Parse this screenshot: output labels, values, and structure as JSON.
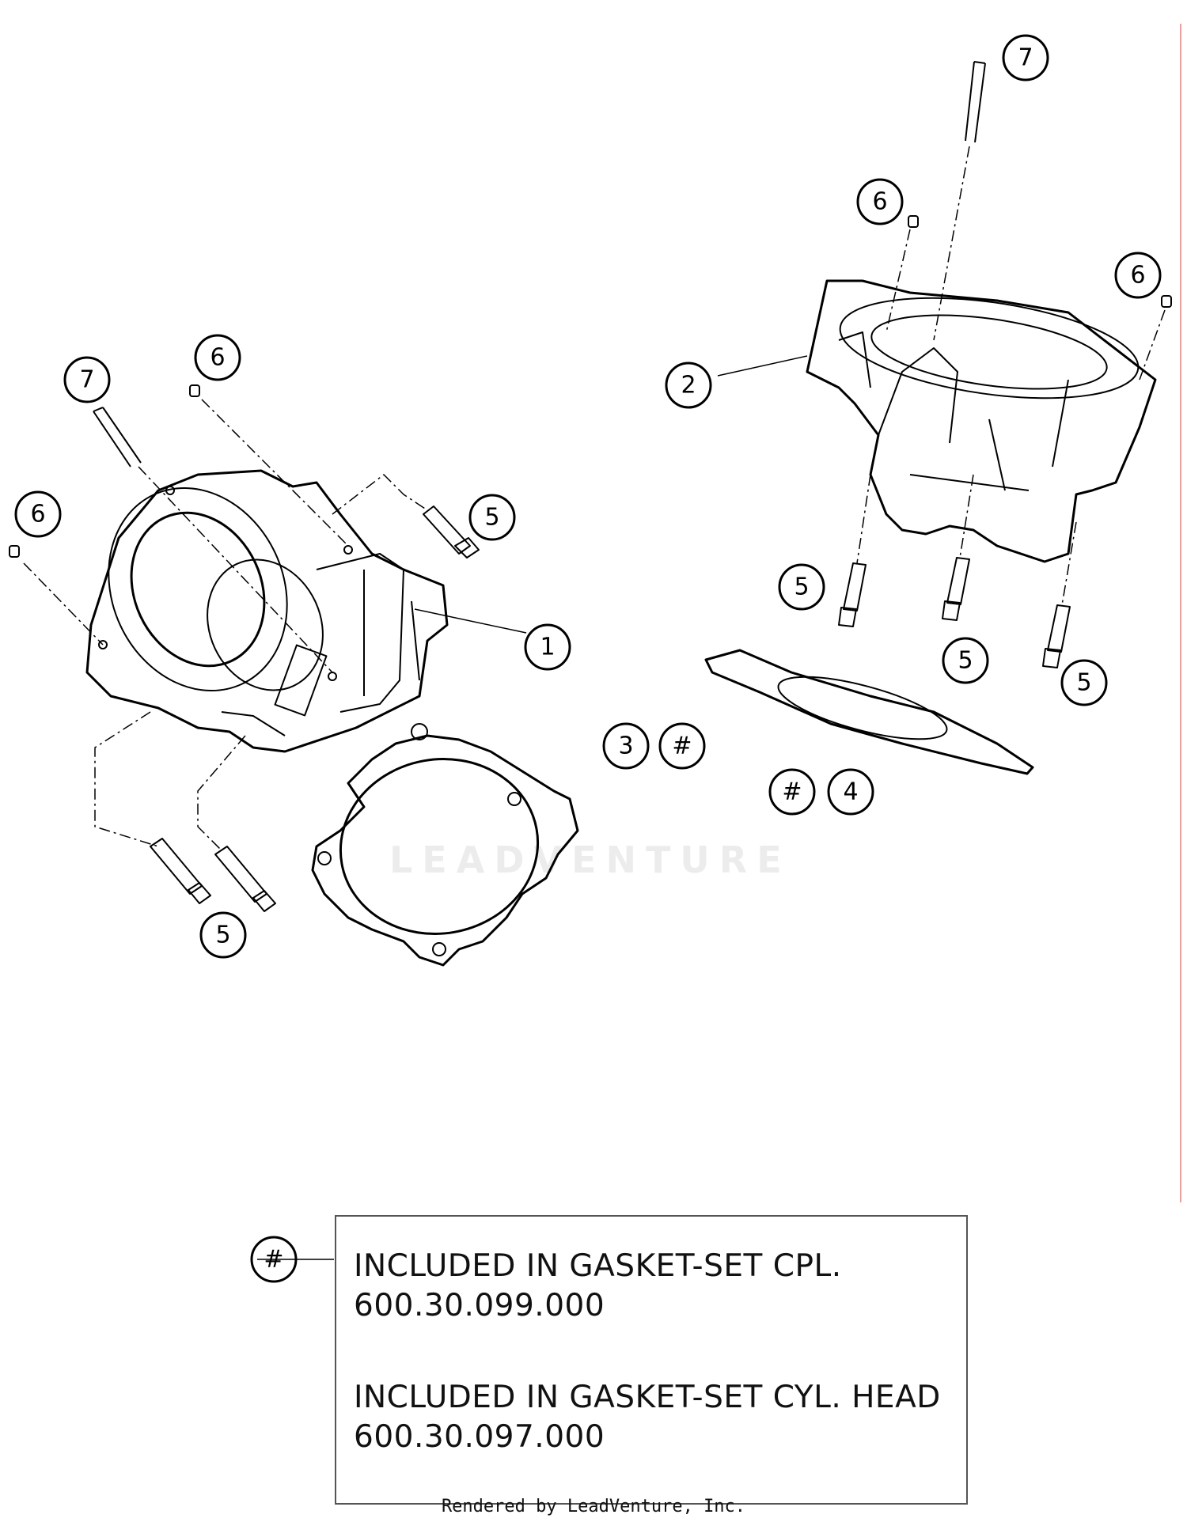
{
  "callouts": {
    "c1": "1",
    "c2": "2",
    "c3": "3",
    "c4": "4",
    "c5": "5",
    "c6": "6",
    "c7": "7",
    "hash": "#"
  },
  "note": {
    "symbol": "#",
    "line1": "INCLUDED IN GASKET-SET CPL.",
    "line2": "600.30.099.000",
    "line3": "INCLUDED IN GASKET-SET CYL. HEAD",
    "line4": "600.30.097.000"
  },
  "watermark": "LEADVENTURE",
  "footer": "Rendered by LeadVenture, Inc.",
  "colors": {
    "ink": "#000000",
    "accent_line": "#e8a0a0"
  }
}
